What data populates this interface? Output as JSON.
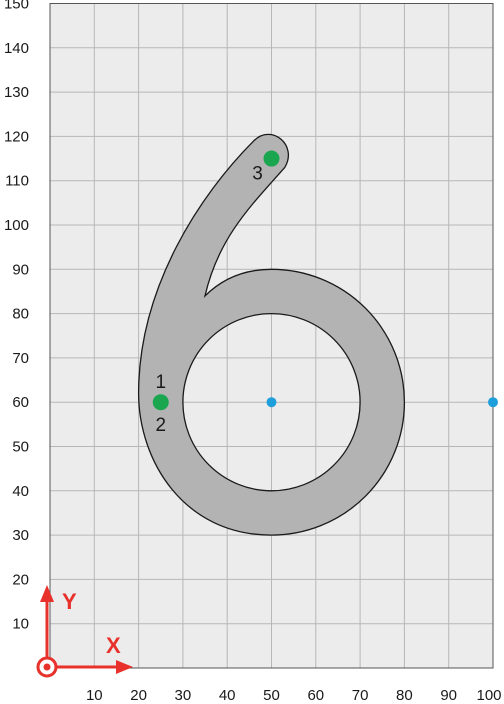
{
  "grid": {
    "x_range": [
      0,
      100
    ],
    "y_range": [
      0,
      150
    ],
    "minor_step": 10,
    "x_tick_labels": [
      "10",
      "20",
      "30",
      "40",
      "50",
      "60",
      "70",
      "80",
      "90",
      "100"
    ],
    "y_tick_labels": [
      "10",
      "20",
      "30",
      "40",
      "50",
      "60",
      "70",
      "80",
      "90",
      "100",
      "110",
      "120",
      "130",
      "140",
      "150"
    ],
    "background_color": "#ececec",
    "line_color": "#b7b7b7"
  },
  "digit_shape": {
    "fill_color": "#b3b3b3",
    "stroke_color": "#1a1a1a",
    "loop_center": [
      50,
      60
    ],
    "outer_radius": 30,
    "inner_radius": 20
  },
  "points": [
    {
      "label": "1",
      "x": 25,
      "y": 60
    },
    {
      "label": "2",
      "x": 25,
      "y": 60
    },
    {
      "label": "3",
      "x": 50,
      "y": 115
    }
  ],
  "point_color": "#1aa64f",
  "reference_points": [
    {
      "x": 50,
      "y": 60
    },
    {
      "x": 100,
      "y": 60
    }
  ],
  "reference_color": "#1e9fdc",
  "axes": {
    "x_label": "X",
    "y_label": "Y",
    "color": "#e8312a"
  }
}
